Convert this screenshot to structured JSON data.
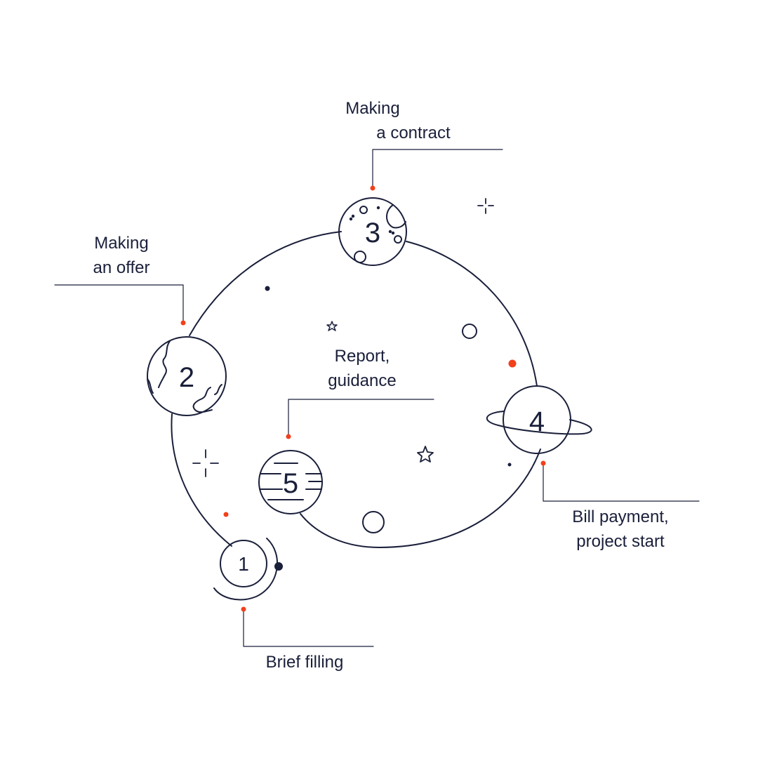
{
  "colors": {
    "ink": "#1a1f3a",
    "accent": "#f2401c",
    "background": "#ffffff"
  },
  "steps": [
    {
      "number": "1",
      "label_lines": [
        "Brief filling"
      ],
      "icon": "ringed-moon-icon"
    },
    {
      "number": "2",
      "label_lines": [
        "Making",
        "an offer"
      ],
      "icon": "earth-planet-icon"
    },
    {
      "number": "3",
      "label_lines": [
        "Making",
        "a contract"
      ],
      "icon": "cratered-moon-icon"
    },
    {
      "number": "4",
      "label_lines": [
        "Bill payment,",
        "project start"
      ],
      "icon": "saturn-planet-icon"
    },
    {
      "number": "5",
      "label_lines": [
        "Report,",
        "guidance"
      ],
      "icon": "gas-giant-planet-icon"
    }
  ]
}
